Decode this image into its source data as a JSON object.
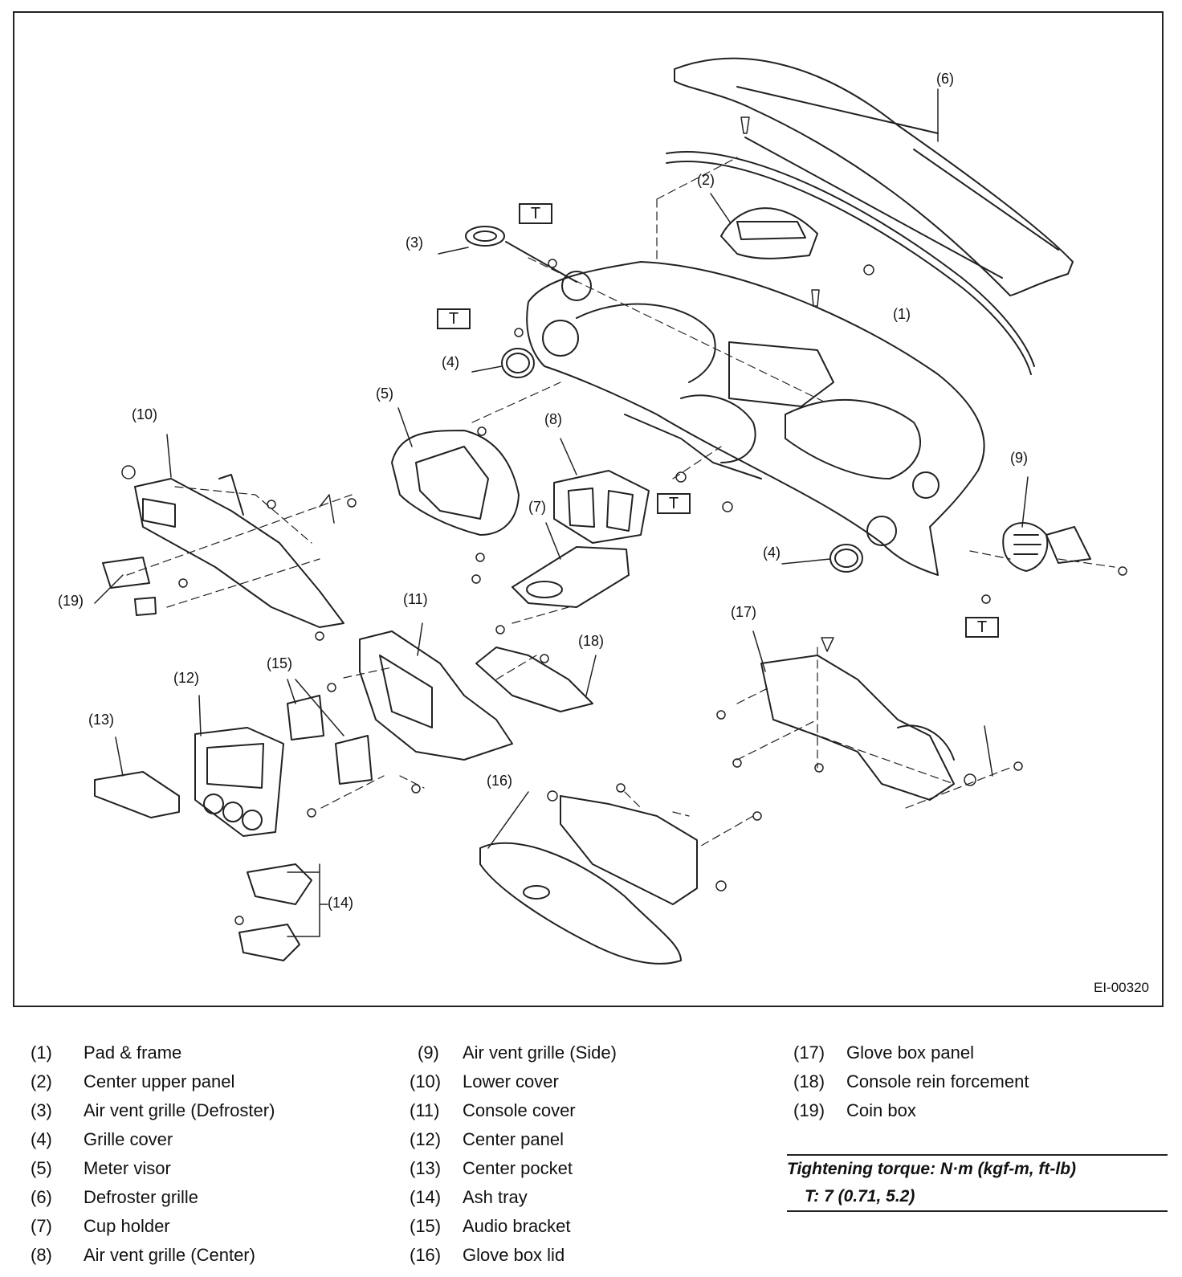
{
  "figure": {
    "id": "EI-00320",
    "torque_mark": "T",
    "callouts": [
      "(1)",
      "(2)",
      "(3)",
      "(4)",
      "(4)",
      "(5)",
      "(6)",
      "(7)",
      "(8)",
      "(9)",
      "(10)",
      "(11)",
      "(12)",
      "(13)",
      "(14)",
      "(15)",
      "(16)",
      "(17)",
      "(18)",
      "(19)"
    ]
  },
  "legend": {
    "col1": [
      {
        "num": "(1)",
        "label": "Pad & frame"
      },
      {
        "num": "(2)",
        "label": "Center upper panel"
      },
      {
        "num": "(3)",
        "label": "Air vent grille (Defroster)"
      },
      {
        "num": "(4)",
        "label": "Grille cover"
      },
      {
        "num": "(5)",
        "label": "Meter visor"
      },
      {
        "num": "(6)",
        "label": "Defroster grille"
      },
      {
        "num": "(7)",
        "label": "Cup holder"
      },
      {
        "num": "(8)",
        "label": "Air vent grille (Center)"
      }
    ],
    "col2": [
      {
        "num": "(9)",
        "label": "Air vent grille (Side)"
      },
      {
        "num": "(10)",
        "label": "Lower cover"
      },
      {
        "num": "(11)",
        "label": "Console cover"
      },
      {
        "num": "(12)",
        "label": "Center panel"
      },
      {
        "num": "(13)",
        "label": "Center pocket"
      },
      {
        "num": "(14)",
        "label": "Ash tray"
      },
      {
        "num": "(15)",
        "label": "Audio bracket"
      },
      {
        "num": "(16)",
        "label": "Glove box lid"
      }
    ],
    "col3": [
      {
        "num": "(17)",
        "label": "Glove box panel"
      },
      {
        "num": "(18)",
        "label": "Console rein forcement"
      },
      {
        "num": "(19)",
        "label": "Coin box"
      }
    ]
  },
  "torque": {
    "heading": "Tightening torque: N·m (kgf-m, ft-lb)",
    "spec": "T:   7 (0.71, 5.2)"
  }
}
